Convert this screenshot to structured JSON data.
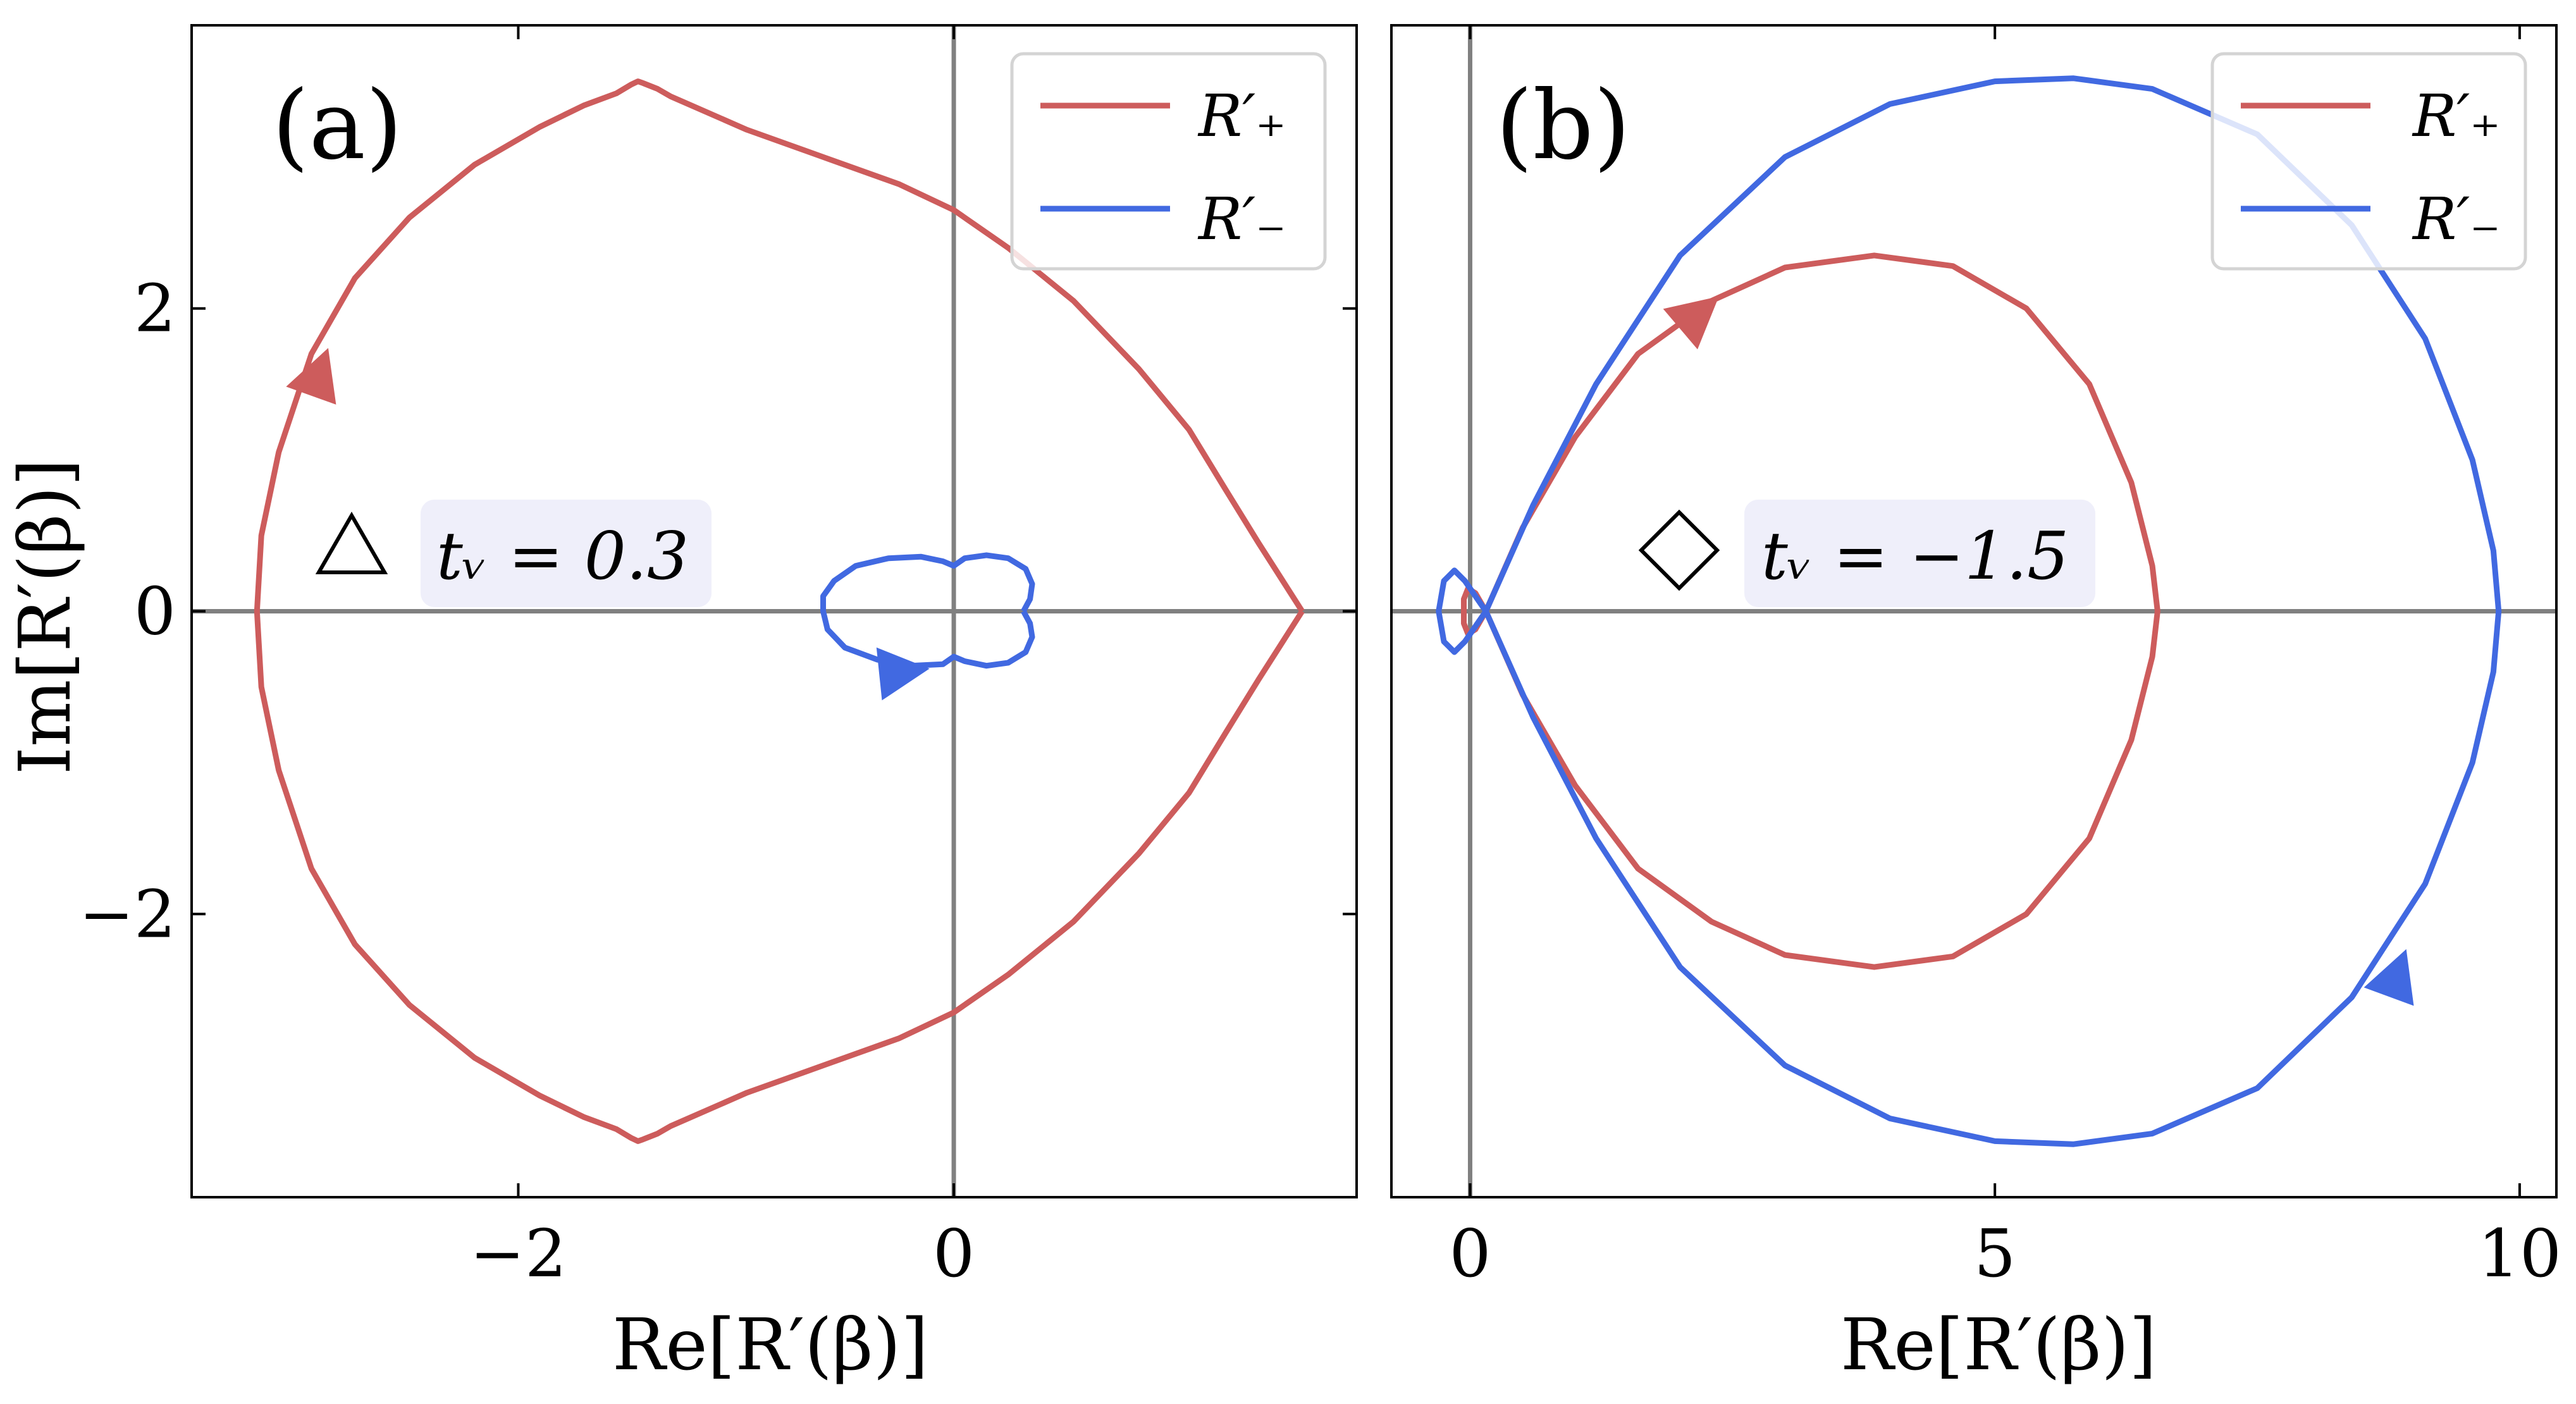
{
  "colors": {
    "red": "#cd5c5c",
    "blue": "#4169e1",
    "zero_line": "#808080",
    "param_box": "#efeffa",
    "legend_border": "#d4d4d4"
  },
  "chart_data": [
    {
      "type": "line",
      "panel_label": "(a)",
      "xlabel": "Re[R′(β)]",
      "ylabel": "Im[R′(β)]",
      "xlim": [
        -3.5,
        1.85
      ],
      "ylim": [
        -3.87,
        3.87
      ],
      "xticks": [
        -2,
        0
      ],
      "xtick_labels": [
        "−2",
        "0"
      ],
      "yticks": [
        -2,
        0,
        2
      ],
      "ytick_labels": [
        "−2",
        "0",
        "2"
      ],
      "zero_lines": true,
      "grid": false,
      "legend_position": "top-right",
      "legend": [
        "R′₊",
        "R′₋"
      ],
      "annotation": {
        "marker": "triangle",
        "text": "tᵥ = 0.3"
      },
      "series": [
        {
          "name": "R′₊",
          "color": "red",
          "points": [
            [
              1.6,
              0.0
            ],
            [
              1.52,
              0.18
            ],
            [
              1.4,
              0.45
            ],
            [
              1.25,
              0.8
            ],
            [
              1.08,
              1.2
            ],
            [
              0.85,
              1.6
            ],
            [
              0.55,
              2.05
            ],
            [
              0.25,
              2.4
            ],
            [
              0.0,
              2.65
            ],
            [
              -0.25,
              2.82
            ],
            [
              -0.6,
              3.0
            ],
            [
              -0.95,
              3.18
            ],
            [
              -1.22,
              3.35
            ],
            [
              -1.3,
              3.4
            ],
            [
              -1.36,
              3.45
            ],
            [
              -1.43,
              3.49
            ],
            [
              -1.45,
              3.5
            ],
            [
              -1.48,
              3.48
            ],
            [
              -1.55,
              3.42
            ],
            [
              -1.7,
              3.34
            ],
            [
              -1.9,
              3.2
            ],
            [
              -2.2,
              2.95
            ],
            [
              -2.5,
              2.6
            ],
            [
              -2.75,
              2.2
            ],
            [
              -2.95,
              1.7
            ],
            [
              -3.1,
              1.05
            ],
            [
              -3.18,
              0.5
            ],
            [
              -3.2,
              0.0
            ],
            [
              -3.18,
              -0.5
            ],
            [
              -3.1,
              -1.05
            ],
            [
              -2.95,
              -1.7
            ],
            [
              -2.75,
              -2.2
            ],
            [
              -2.5,
              -2.6
            ],
            [
              -2.2,
              -2.95
            ],
            [
              -1.9,
              -3.2
            ],
            [
              -1.7,
              -3.34
            ],
            [
              -1.55,
              -3.42
            ],
            [
              -1.48,
              -3.48
            ],
            [
              -1.45,
              -3.5
            ],
            [
              -1.43,
              -3.49
            ],
            [
              -1.36,
              -3.45
            ],
            [
              -1.3,
              -3.4
            ],
            [
              -1.22,
              -3.35
            ],
            [
              -0.95,
              -3.18
            ],
            [
              -0.6,
              -3.0
            ],
            [
              -0.25,
              -2.82
            ],
            [
              0.0,
              -2.65
            ],
            [
              0.25,
              -2.4
            ],
            [
              0.55,
              -2.05
            ],
            [
              0.85,
              -1.6
            ],
            [
              1.08,
              -1.2
            ],
            [
              1.25,
              -0.8
            ],
            [
              1.4,
              -0.45
            ],
            [
              1.52,
              -0.18
            ],
            [
              1.6,
              0.0
            ]
          ],
          "arrow": {
            "at": [
              -2.92,
              1.55
            ],
            "direction": [
              0.2,
              0.8
            ]
          }
        },
        {
          "name": "R′₋",
          "color": "blue",
          "points": [
            [
              0.32,
              0.0
            ],
            [
              0.35,
              0.08
            ],
            [
              0.36,
              0.18
            ],
            [
              0.33,
              0.28
            ],
            [
              0.25,
              0.35
            ],
            [
              0.15,
              0.37
            ],
            [
              0.05,
              0.35
            ],
            [
              0.0,
              0.3
            ],
            [
              -0.05,
              0.33
            ],
            [
              -0.15,
              0.36
            ],
            [
              -0.3,
              0.35
            ],
            [
              -0.45,
              0.3
            ],
            [
              -0.55,
              0.2
            ],
            [
              -0.6,
              0.1
            ],
            [
              -0.6,
              0.0
            ],
            [
              -0.58,
              -0.12
            ],
            [
              -0.5,
              -0.24
            ],
            [
              -0.35,
              -0.32
            ],
            [
              -0.2,
              -0.36
            ],
            [
              -0.05,
              -0.35
            ],
            [
              0.0,
              -0.3
            ],
            [
              0.05,
              -0.33
            ],
            [
              0.15,
              -0.36
            ],
            [
              0.25,
              -0.34
            ],
            [
              0.33,
              -0.27
            ],
            [
              0.36,
              -0.17
            ],
            [
              0.35,
              -0.08
            ],
            [
              0.32,
              0.0
            ]
          ],
          "arrow": {
            "at": [
              -0.25,
              -0.4
            ],
            "direction": [
              1.0,
              0.15
            ]
          }
        }
      ]
    },
    {
      "type": "line",
      "panel_label": "(b)",
      "xlabel": "Re[R′(β)]",
      "ylabel": "",
      "xlim": [
        -0.75,
        10.35
      ],
      "ylim": [
        -3.87,
        3.87
      ],
      "xticks": [
        0,
        5,
        10
      ],
      "xtick_labels": [
        "0",
        "5",
        "10"
      ],
      "yticks": [],
      "ytick_labels": [],
      "zero_lines": true,
      "grid": false,
      "legend_position": "top-right",
      "legend": [
        "R′₊",
        "R′₋"
      ],
      "annotation": {
        "marker": "diamond",
        "text": "tᵥ = −1.5"
      },
      "series": [
        {
          "name": "R′₊",
          "color": "red",
          "points": [
            [
              0.15,
              0.0
            ],
            [
              0.5,
              0.55
            ],
            [
              1.0,
              1.15
            ],
            [
              1.6,
              1.7
            ],
            [
              2.3,
              2.05
            ],
            [
              3.0,
              2.27
            ],
            [
              3.85,
              2.35
            ],
            [
              4.6,
              2.28
            ],
            [
              5.3,
              2.0
            ],
            [
              5.9,
              1.5
            ],
            [
              6.3,
              0.85
            ],
            [
              6.5,
              0.3
            ],
            [
              6.55,
              0.0
            ],
            [
              6.5,
              -0.3
            ],
            [
              6.3,
              -0.85
            ],
            [
              5.9,
              -1.5
            ],
            [
              5.3,
              -2.0
            ],
            [
              4.6,
              -2.28
            ],
            [
              3.85,
              -2.35
            ],
            [
              3.0,
              -2.27
            ],
            [
              2.3,
              -2.05
            ],
            [
              1.6,
              -1.7
            ],
            [
              1.0,
              -1.15
            ],
            [
              0.5,
              -0.55
            ],
            [
              0.15,
              0.0
            ],
            [
              0.05,
              0.12
            ],
            [
              -0.02,
              0.15
            ],
            [
              -0.06,
              0.08
            ],
            [
              -0.06,
              -0.08
            ],
            [
              -0.02,
              -0.15
            ],
            [
              0.05,
              -0.12
            ],
            [
              0.15,
              0.0
            ]
          ],
          "arrow": {
            "at": [
              2.15,
              1.95
            ],
            "direction": [
              0.85,
              0.5
            ]
          }
        },
        {
          "name": "R′₋",
          "color": "blue",
          "points": [
            [
              0.15,
              0.0
            ],
            [
              0.6,
              0.7
            ],
            [
              1.2,
              1.5
            ],
            [
              2.0,
              2.35
            ],
            [
              3.0,
              3.0
            ],
            [
              4.0,
              3.35
            ],
            [
              5.0,
              3.5
            ],
            [
              5.75,
              3.52
            ],
            [
              6.5,
              3.45
            ],
            [
              7.5,
              3.15
            ],
            [
              8.4,
              2.55
            ],
            [
              9.1,
              1.8
            ],
            [
              9.55,
              1.0
            ],
            [
              9.75,
              0.4
            ],
            [
              9.8,
              0.0
            ],
            [
              9.75,
              -0.4
            ],
            [
              9.55,
              -1.0
            ],
            [
              9.1,
              -1.8
            ],
            [
              8.4,
              -2.55
            ],
            [
              7.5,
              -3.15
            ],
            [
              6.5,
              -3.45
            ],
            [
              5.75,
              -3.52
            ],
            [
              5.0,
              -3.5
            ],
            [
              4.0,
              -3.35
            ],
            [
              3.0,
              -3.0
            ],
            [
              2.0,
              -2.35
            ],
            [
              1.2,
              -1.5
            ],
            [
              0.6,
              -0.7
            ],
            [
              0.15,
              0.0
            ],
            [
              -0.05,
              0.2
            ],
            [
              -0.15,
              0.27
            ],
            [
              -0.25,
              0.2
            ],
            [
              -0.3,
              0.0
            ],
            [
              -0.25,
              -0.2
            ],
            [
              -0.15,
              -0.27
            ],
            [
              -0.05,
              -0.2
            ],
            [
              0.15,
              0.0
            ]
          ],
          "arrow": {
            "at": [
              8.82,
              -2.42
            ],
            "direction": [
              0.45,
              0.85
            ]
          }
        }
      ]
    }
  ]
}
